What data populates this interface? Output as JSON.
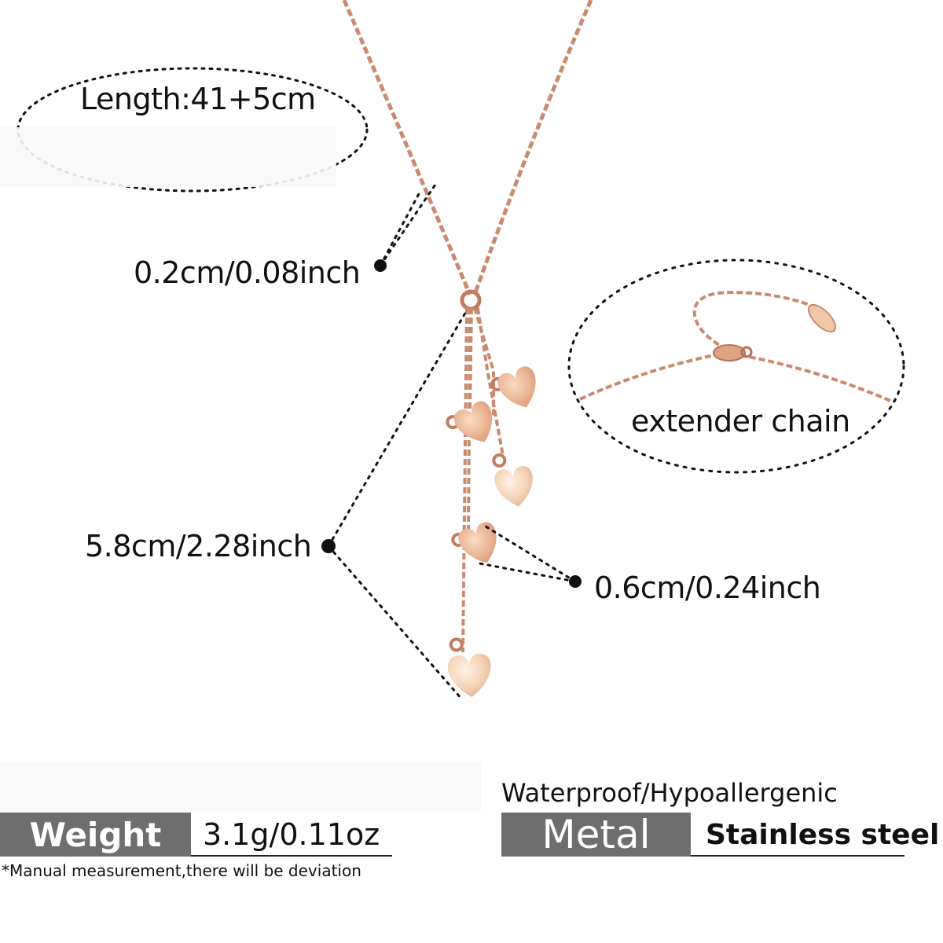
{
  "colors": {
    "chain": "#c98a6e",
    "chain_dark": "#b6705a",
    "heart_light": "#f2c9a8",
    "heart_mid": "#e3a583",
    "spec_box": "#6e6e6e",
    "dots": "#111111"
  },
  "labels": {
    "length": "Length:41+5cm",
    "chain_width": "0.2cm/0.08inch",
    "pendant_length": "5.8cm/2.28inch",
    "heart_size": "0.6cm/0.24inch",
    "extender": "extender  chain"
  },
  "specs": {
    "weight_label": "Weight",
    "weight_value": "3.1g/0.11oz",
    "note": "*Manual measurement,there will be deviation",
    "features": "Waterproof/Hypoallergenic",
    "metal_label": "Metal",
    "metal_value": "Stainless steel"
  },
  "icons": [
    "heart-pendant-icon",
    "lobster-clasp-icon",
    "chain-tag-icon"
  ]
}
